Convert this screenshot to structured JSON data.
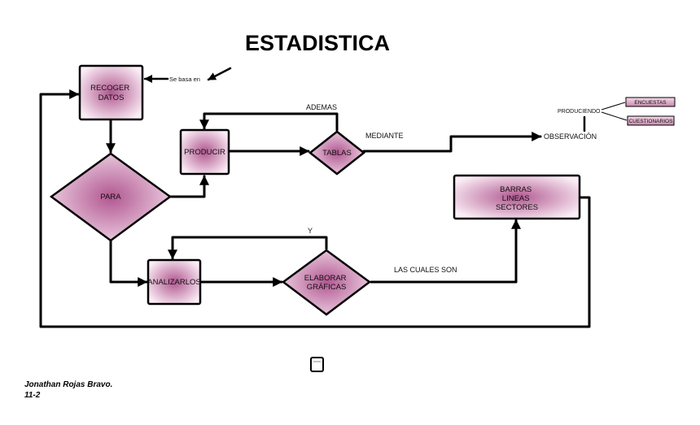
{
  "title": "ESTADISTICA",
  "nodes": {
    "recoger_datos": [
      "RECOGER",
      "DATOS"
    ],
    "para": [
      "PARA"
    ],
    "producir": [
      "PRODUCIR"
    ],
    "tablas": [
      "TABLAS"
    ],
    "analizarlos": [
      "ANALIZARLOS"
    ],
    "elaborar_graficas": [
      "ELABORAR",
      "GRÁFICAS"
    ],
    "barras": [
      "BARRAS",
      "LINEAS",
      "SECTORES"
    ],
    "encuestas": "ENCUESTAS",
    "cuestionarios": "CUESTIONARIOS"
  },
  "labels": {
    "se_basa_en": "Se basa en",
    "ademas": "ADEMAS",
    "mediante": "MEDIANTE",
    "observacion": "OBSERVACIÓN",
    "produciendo": "PRODUCIENDO",
    "y": "Y",
    "las_cuales_son": "LAS CUALES SON"
  },
  "footer": {
    "author": "Jonathan Rojas Bravo.",
    "group": "11-2"
  },
  "colors": {
    "box_center": "#b0578f",
    "box_edge": "#fbeef6",
    "stroke": "#000000"
  }
}
